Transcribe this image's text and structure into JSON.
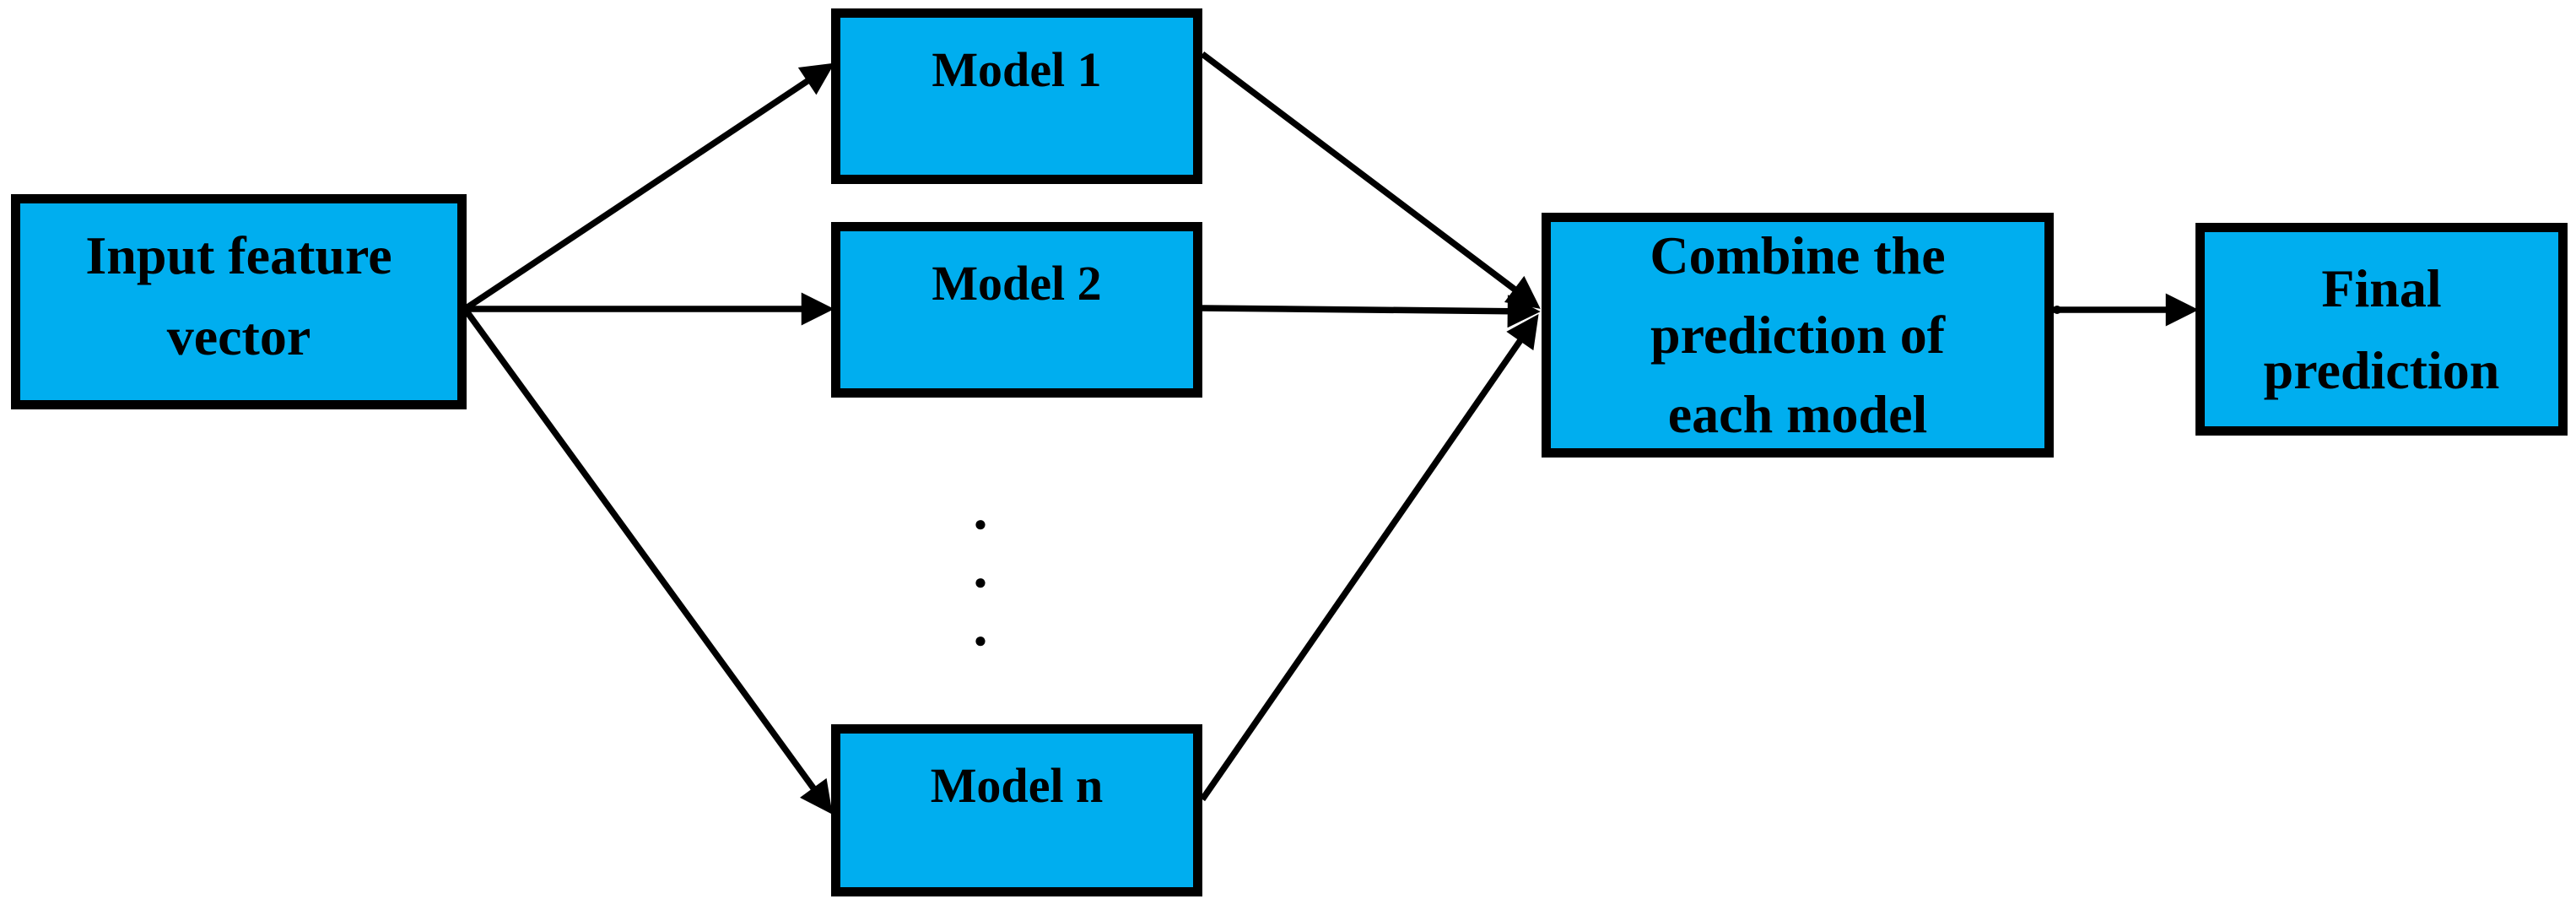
{
  "diagram": {
    "colors": {
      "box_fill": "#00AEEF",
      "box_border": "#000000",
      "arrow": "#000000",
      "background": "#FFFFFF"
    },
    "nodes": {
      "input": {
        "lines": [
          "Input feature",
          "vector"
        ]
      },
      "model1": {
        "label": "Model 1"
      },
      "model2": {
        "label": "Model 2"
      },
      "modeln": {
        "label": "Model n"
      },
      "combine": {
        "lines": [
          "Combine the",
          "prediction of",
          "each model"
        ]
      },
      "final": {
        "lines": [
          "Final",
          "prediction"
        ]
      }
    },
    "ellipsis": {
      "glyph": "●"
    },
    "edges": [
      {
        "from": "input",
        "to": "model1"
      },
      {
        "from": "input",
        "to": "model2"
      },
      {
        "from": "input",
        "to": "modeln"
      },
      {
        "from": "model1",
        "to": "combine"
      },
      {
        "from": "model2",
        "to": "combine"
      },
      {
        "from": "modeln",
        "to": "combine"
      },
      {
        "from": "combine",
        "to": "final"
      }
    ]
  }
}
